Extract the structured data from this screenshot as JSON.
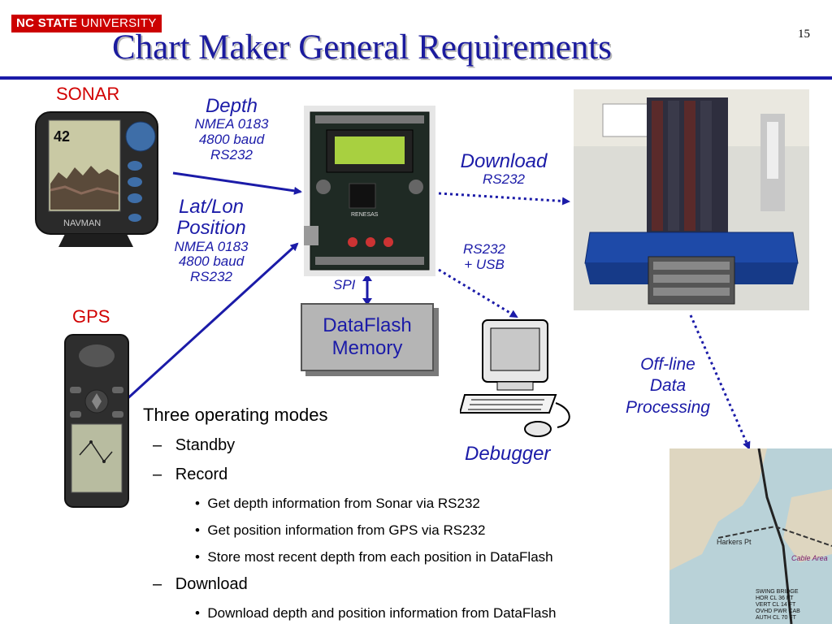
{
  "header": {
    "logo_bold": "NC STATE",
    "logo_rest": " UNIVERSITY",
    "title": "Chart Maker General Requirements",
    "page_number": "15"
  },
  "labels": {
    "sonar": "SONAR",
    "gps": "GPS",
    "depth": "Depth",
    "depth_proto": [
      "NMEA 0183",
      "4800 baud",
      "RS232"
    ],
    "latlon": [
      "Lat/Lon",
      "Position"
    ],
    "latlon_proto": [
      "NMEA 0183",
      "4800 baud",
      "RS232"
    ],
    "download": "Download",
    "download_proto": "RS232",
    "rs232_usb": [
      "RS232",
      "+ USB"
    ],
    "spi": "SPI",
    "dataflash": [
      "DataFlash",
      "Memory"
    ],
    "debugger": "Debugger",
    "offline": [
      "Off-line",
      "Data",
      "Processing"
    ],
    "sonar_screen_depth": "42",
    "sonar_brand": "NAVMAN",
    "board_brand": "RENESAS",
    "chart_text": [
      "SWING BRIDGE",
      "HOR CL 36 FT",
      "VERT CL 14 FT",
      "OVHD PWR CAB",
      "AUTH CL 70 FT"
    ],
    "chart_places": [
      "Harkers Pt",
      "Cable Area"
    ]
  },
  "bullets": {
    "main": "Three operating modes",
    "standby": "Standby",
    "record": "Record",
    "record_items": [
      "Get depth information from Sonar via RS232",
      "Get position information from GPS via RS232",
      "Store most recent depth from each position in DataFlash"
    ],
    "download": "Download",
    "download_items": [
      "Download depth and position information from DataFlash"
    ]
  },
  "colors": {
    "accent_blue": "#1b1ba8",
    "label_red": "#d10000",
    "logo_red": "#cc0000"
  }
}
